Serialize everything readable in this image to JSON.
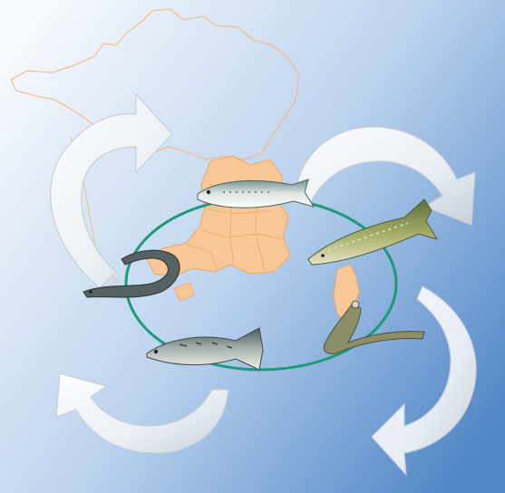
{
  "background": {
    "gradient_from": "#f6f9fd",
    "gradient_mid": "#bcd3ee",
    "gradient_to": "#4f86c6"
  },
  "colors": {
    "map_outline": "#f4b880",
    "region_fill": "#f9c896",
    "region_border": "#f2ad70",
    "cycle_ring": "#1f9a78",
    "arrow_fill": "#ffffff",
    "arrow_edge": "#c7cfd8"
  },
  "fish": [
    {
      "name": "shad"
    },
    {
      "name": "sturgeon"
    },
    {
      "name": "sea-lamprey"
    },
    {
      "name": "salmon"
    },
    {
      "name": "eel"
    }
  ],
  "icons": [
    "france-map-outline",
    "rhone-mediterranean-basin",
    "corsica-island",
    "migration-cycle-ring",
    "curved-arrow"
  ]
}
